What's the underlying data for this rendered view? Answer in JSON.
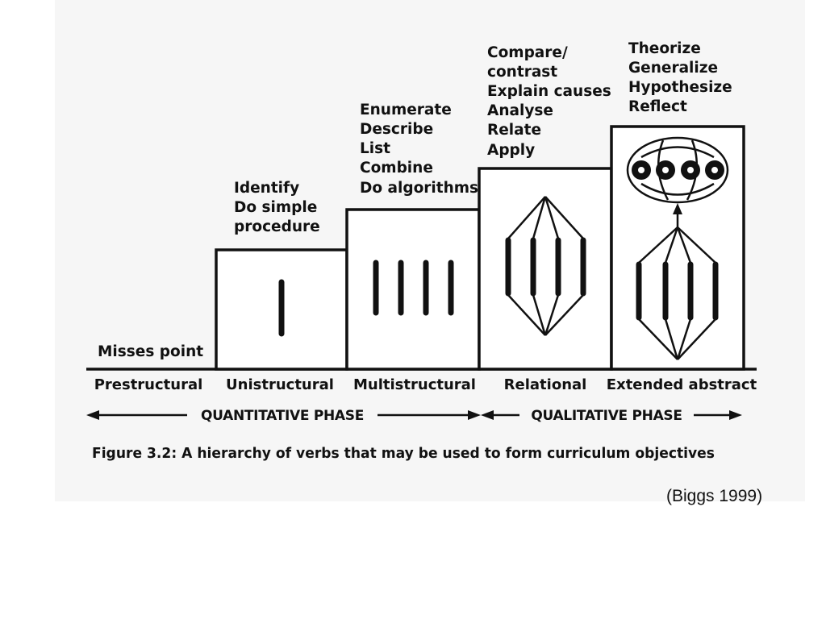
{
  "levels": [
    {
      "name": "Prestructural",
      "verbs": [
        "Misses point"
      ]
    },
    {
      "name": "Unistructural",
      "verbs": [
        "Identify",
        "Do simple",
        "procedure"
      ]
    },
    {
      "name": "Multistructural",
      "verbs": [
        "Enumerate",
        "Describe",
        "List",
        "Combine",
        "Do algorithms"
      ]
    },
    {
      "name": "Relational",
      "verbs": [
        "Compare/",
        "contrast",
        "Explain causes",
        "Analyse",
        "Relate",
        "Apply"
      ]
    },
    {
      "name": "Extended abstract",
      "verbs": [
        "Theorize",
        "Generalize",
        "Hypothesize",
        "Reflect"
      ]
    }
  ],
  "phases": {
    "quantitative": "QUANTITATIVE PHASE",
    "qualitative": "QUALITATIVE PHASE"
  },
  "caption": "Figure 3.2:  A hierarchy of verbs that may be used to form curriculum objectives",
  "citation": "(Biggs 1999)",
  "colors": {
    "ink": "#111111",
    "panel": "#f6f6f6"
  }
}
